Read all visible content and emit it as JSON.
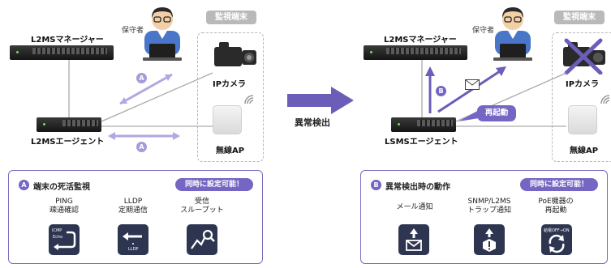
{
  "left": {
    "manager_label": "L2MSマネージャー",
    "agent_label": "L2MSエージェント",
    "maintainer_label": "保守者",
    "monitor_tag": "監視端末",
    "ipcamera_label": "IPカメラ",
    "ap_label": "無線AP",
    "marker_a": "A",
    "panel": {
      "marker": "A",
      "title": "端末の死活監視",
      "badge": "同時に設定可能！",
      "items": [
        {
          "line1": "PING",
          "line2": "疎通確認",
          "icon": "ping-echo-icon",
          "icon_text1": "ICMP",
          "icon_text2": "Echo"
        },
        {
          "line1": "LLDP",
          "line2": "定期通信",
          "icon": "lldp-arrow-icon",
          "icon_text1": "LLDP",
          "icon_text2": ""
        },
        {
          "line1": "受信",
          "line2": "スループット",
          "icon": "throughput-search-icon",
          "icon_text1": "",
          "icon_text2": ""
        }
      ]
    }
  },
  "center": {
    "arrow_label": "異常検出"
  },
  "right": {
    "manager_label": "L2MSマネージャー",
    "agent_label": "LSMSエージェント",
    "maintainer_label": "保守者",
    "monitor_tag": "監視端末",
    "ipcamera_label": "IPカメラ",
    "ap_label": "無線AP",
    "marker_b": "B",
    "restart_label": "再起動",
    "panel": {
      "marker": "B",
      "title": "異常検出時の動作",
      "badge": "同時に設定可能！",
      "items": [
        {
          "line1": "メール通知",
          "line2": "",
          "icon": "mail-upload-icon",
          "icon_text1": "",
          "icon_text2": ""
        },
        {
          "line1": "SNMP/L2MS",
          "line2": "トラップ通知",
          "icon": "trap-alert-icon",
          "icon_text1": "",
          "icon_text2": ""
        },
        {
          "line1": "PoE機器の",
          "line2": "再起動",
          "icon": "poe-restart-icon",
          "icon_text1": "給電OFF→ON",
          "icon_text2": ""
        }
      ]
    }
  },
  "colors": {
    "accent": "#7666c4",
    "arrow": "#6b5db8",
    "dark_icon": "#2e3550",
    "grey_tag": "#b9b9b9"
  }
}
